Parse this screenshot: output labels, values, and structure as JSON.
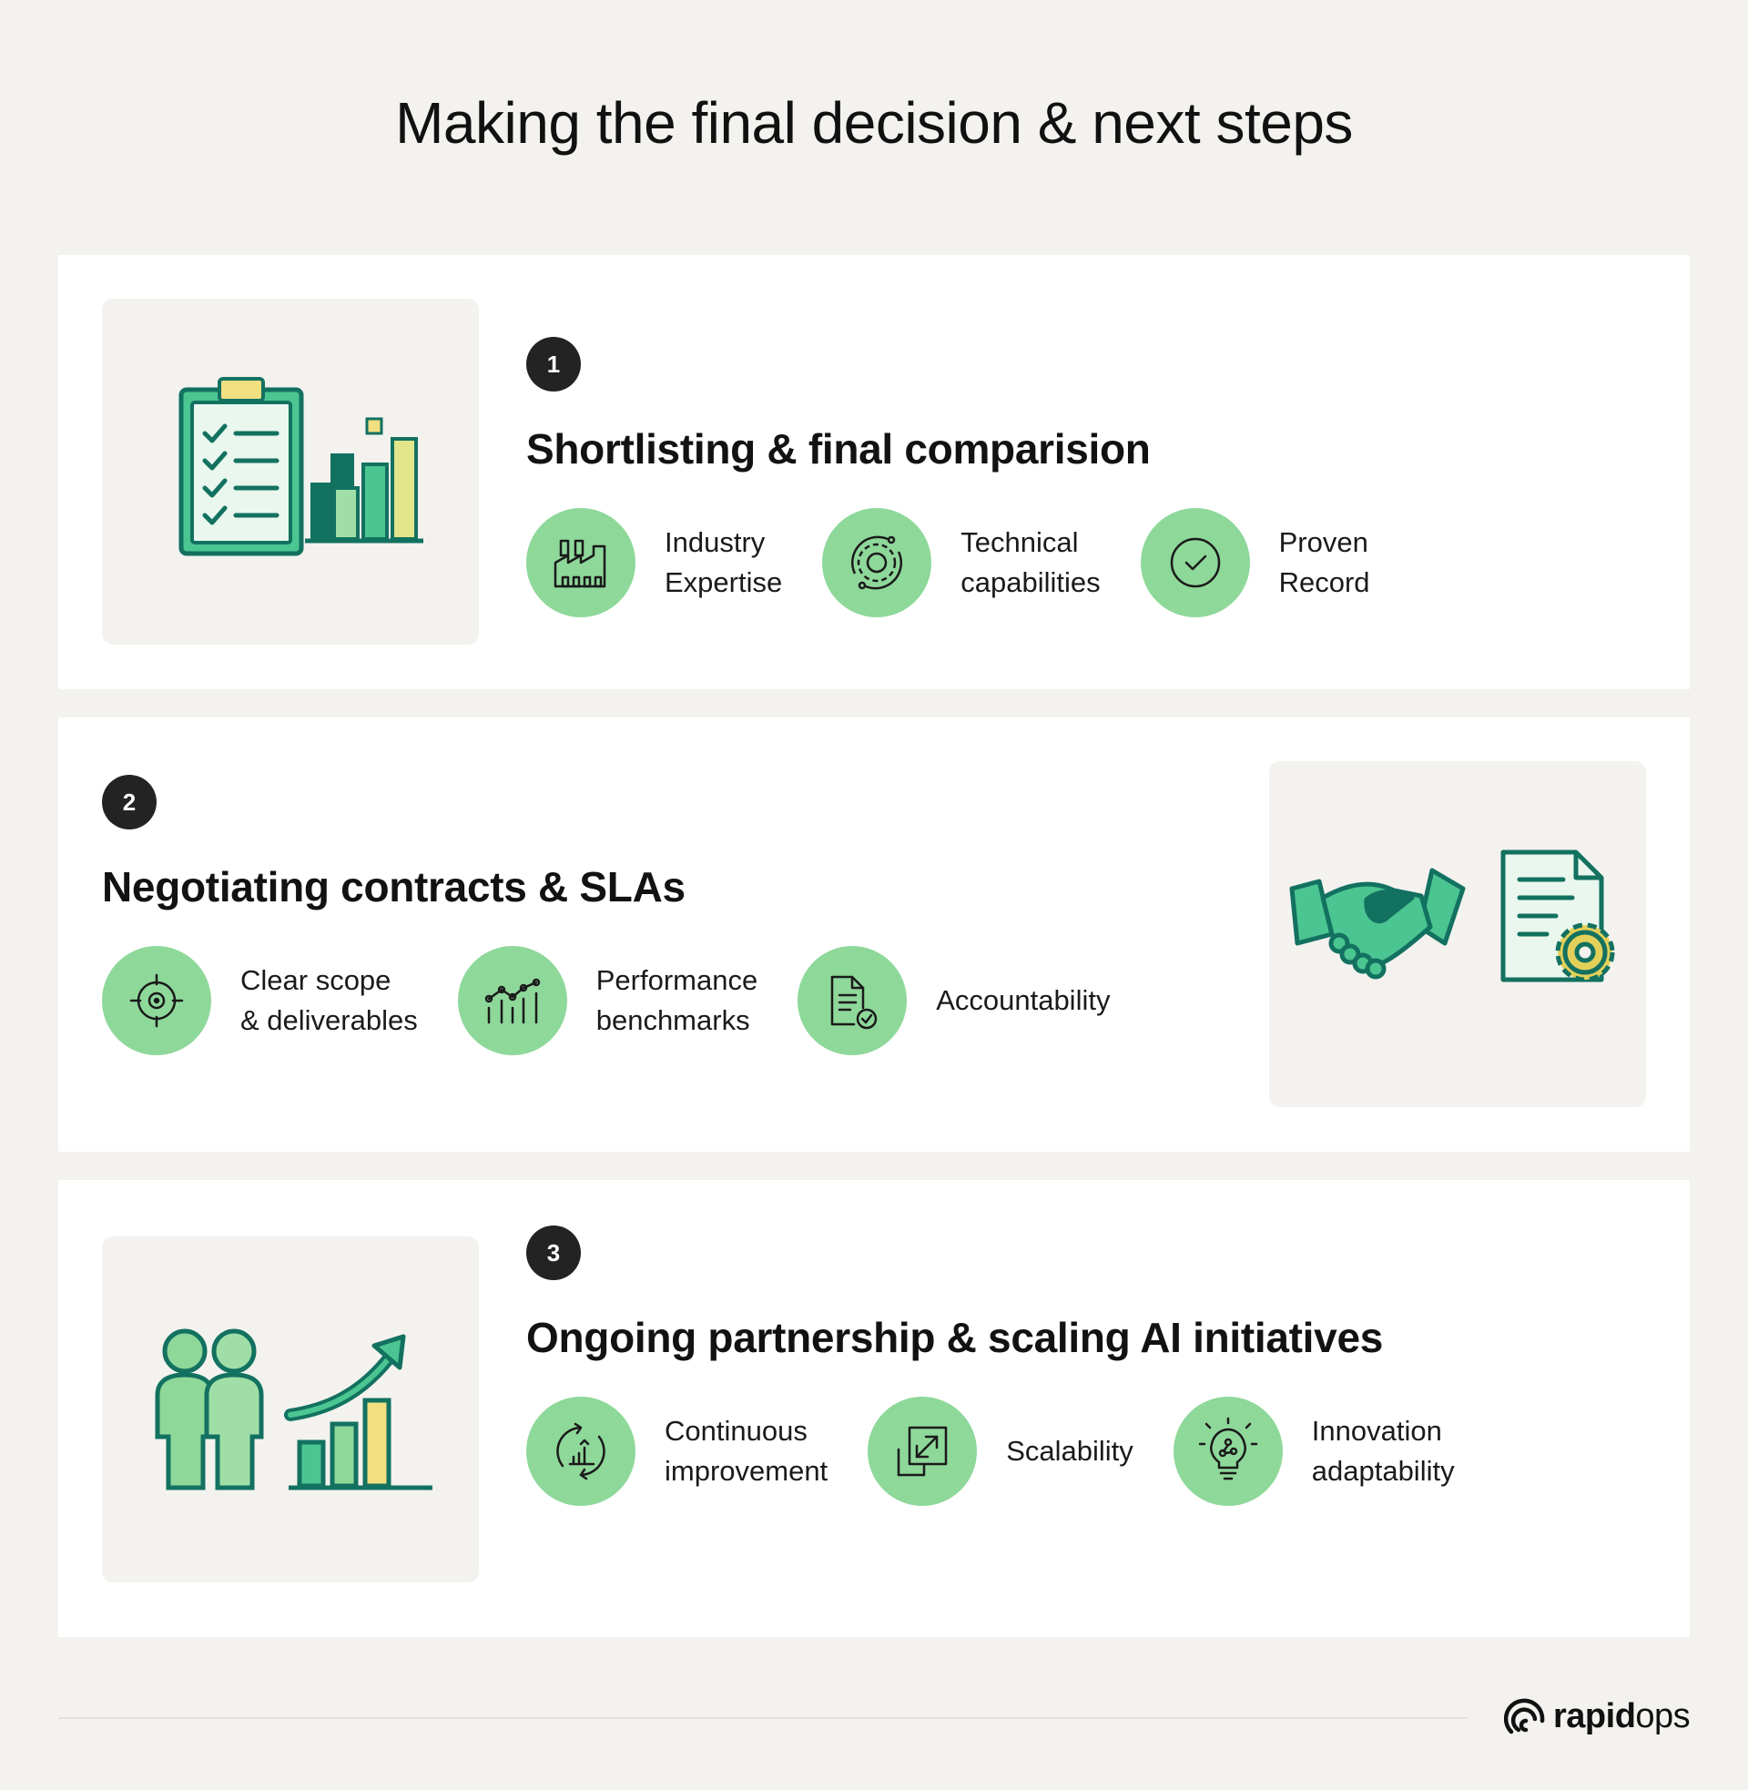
{
  "page": {
    "title": "Making the final decision & next steps"
  },
  "colors": {
    "background": "#f3f2ef",
    "card": "#ffffff",
    "accent_green": "#8ed89a",
    "dark_teal": "#137160",
    "mid_green": "#4bc591",
    "light_green": "#9fdfa7",
    "yellow": "#f0e080",
    "badge": "#232323"
  },
  "sections": [
    {
      "number": "1",
      "title": "Shortlisting & final comparision",
      "illustration": "clipboard-checklist-bar-chart",
      "features": [
        {
          "icon": "factory-icon",
          "label": "Industry\nExpertise"
        },
        {
          "icon": "gear-cycle-icon",
          "label": "Technical\ncapabilities"
        },
        {
          "icon": "check-circle-icon",
          "label": "Proven\nRecord"
        }
      ]
    },
    {
      "number": "2",
      "title": "Negotiating contracts & SLAs",
      "illustration": "handshake-document-gear",
      "features": [
        {
          "icon": "target-icon",
          "label": "Clear scope\n& deliverables"
        },
        {
          "icon": "line-chart-bars-icon",
          "label": "Performance\nbenchmarks"
        },
        {
          "icon": "document-check-icon",
          "label": "Accountability"
        }
      ]
    },
    {
      "number": "3",
      "title": "Ongoing partnership & scaling AI initiatives",
      "illustration": "people-growth-chart",
      "features": [
        {
          "icon": "cycle-growth-icon",
          "label": "Continuous\nimprovement"
        },
        {
          "icon": "expand-arrows-icon",
          "label": "Scalability"
        },
        {
          "icon": "lightbulb-icon",
          "label": "Innovation\nadaptability"
        }
      ]
    }
  ],
  "footer": {
    "logo_bold": "rapid",
    "logo_light": "ops"
  }
}
